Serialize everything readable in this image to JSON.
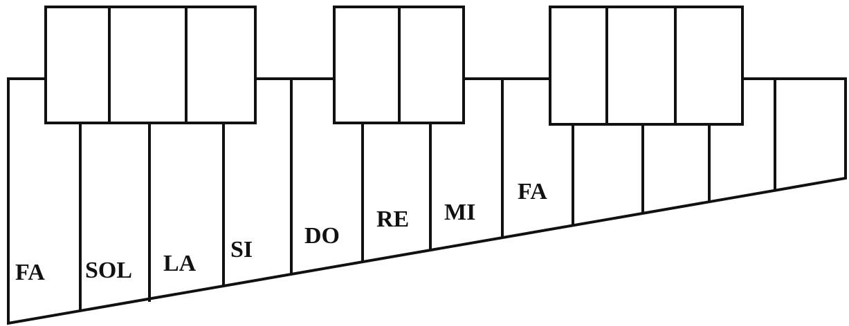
{
  "diagram": {
    "white_keys": [
      {
        "label": "FA"
      },
      {
        "label": "SOL"
      },
      {
        "label": "LA"
      },
      {
        "label": "SI"
      },
      {
        "label": "DO"
      },
      {
        "label": "RE"
      },
      {
        "label": "MI"
      },
      {
        "label": "FA"
      },
      {
        "label": ""
      },
      {
        "label": ""
      },
      {
        "label": ""
      },
      {
        "label": ""
      }
    ],
    "black_key_groups": [
      {
        "keys": 3
      },
      {
        "keys": 2
      },
      {
        "keys": 3
      }
    ],
    "colors": {
      "line": "#111111",
      "background": "#ffffff"
    }
  }
}
